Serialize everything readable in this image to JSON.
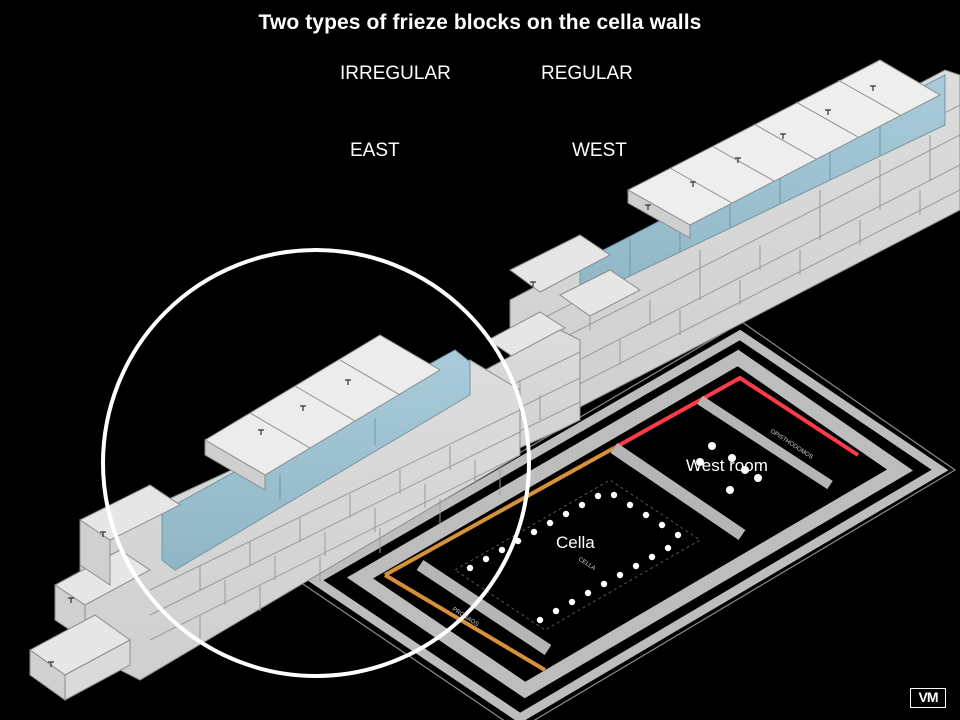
{
  "title": "Two types of frieze blocks on the cella walls",
  "labels": {
    "irregular": "IRREGULAR",
    "regular": "REGULAR",
    "east": "EAST",
    "west": "WEST"
  },
  "plan": {
    "west_room": "West room",
    "cella": "Cella",
    "small_labels": [
      "OPISTHODOMOS",
      "CELLA",
      "PRONAOS"
    ]
  },
  "logo": "VM",
  "colors": {
    "background": "#000000",
    "block_face": "#d9d9d9",
    "block_top": "#eeeeee",
    "frieze_blue": "#9ec3d2",
    "highlight_red": "#ff3344",
    "highlight_orange": "#e0913a",
    "plan_gray": "#b8b8b8",
    "circle": "#ffffff"
  },
  "icons": [
    "clamp-icon"
  ]
}
